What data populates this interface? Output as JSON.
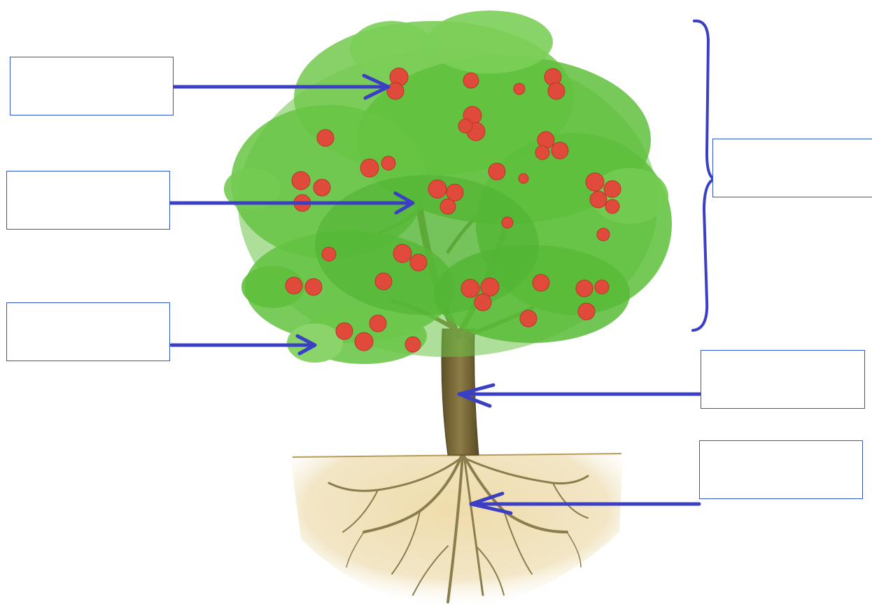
{
  "diagram": {
    "labels": [
      {
        "id": "fruit",
        "text": ""
      },
      {
        "id": "branch",
        "text": ""
      },
      {
        "id": "leaf",
        "text": ""
      },
      {
        "id": "crown",
        "text": ""
      },
      {
        "id": "trunk",
        "text": ""
      },
      {
        "id": "root",
        "text": ""
      }
    ]
  },
  "colors": {
    "arrow": "#3b3fc4",
    "box_border": "#2f55c8",
    "foliage": "#5cc23a",
    "foliage_dark": "#3e9a2a",
    "apple": "#e24a3b",
    "trunk": "#7a6a3a",
    "soil": "#e6d3a6"
  },
  "icons": [
    "apple-tree-illustration",
    "arrow-right",
    "arrow-left",
    "curly-brace"
  ]
}
